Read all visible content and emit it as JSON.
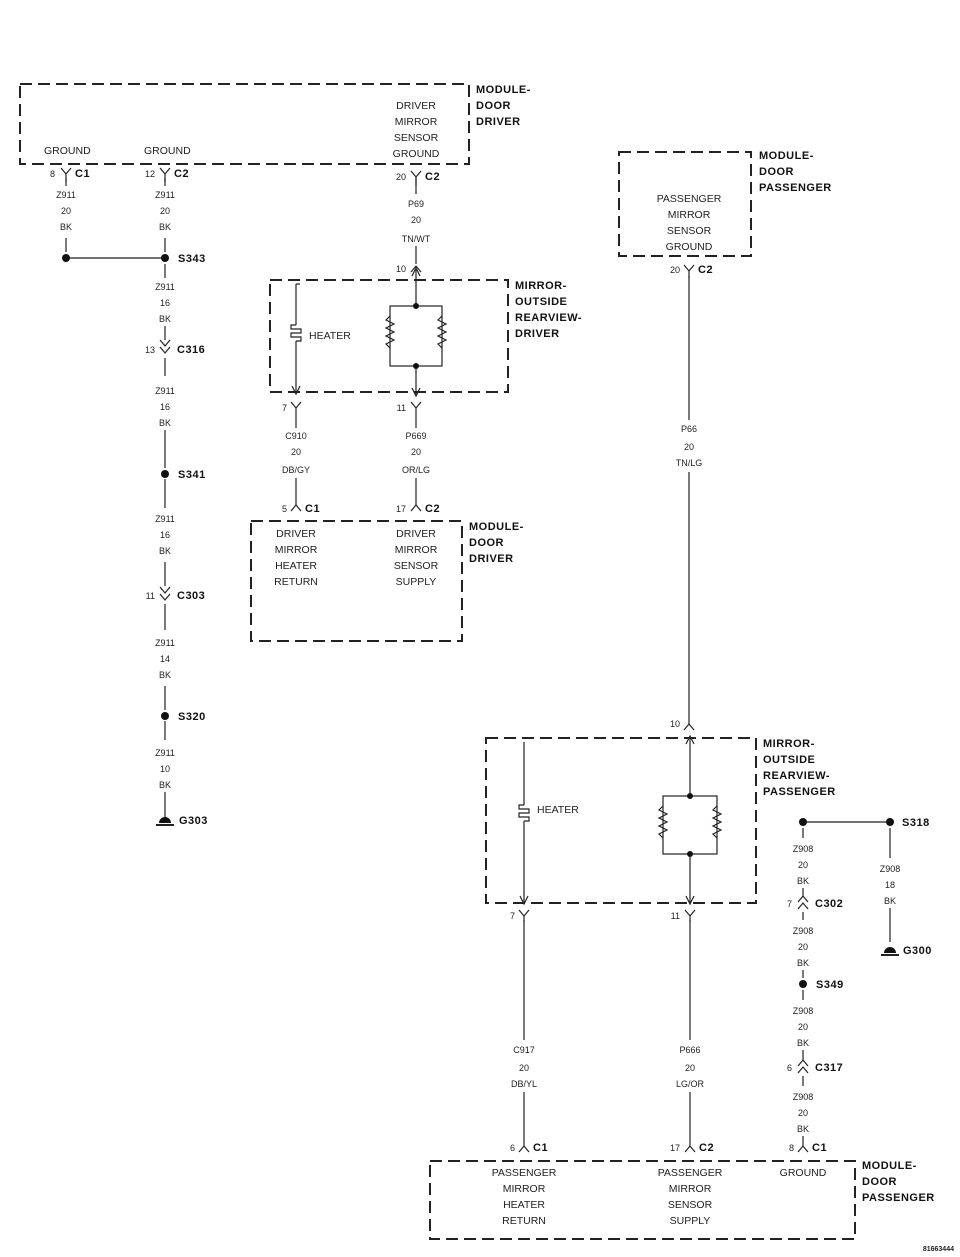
{
  "modules": {
    "driver_top": [
      "MODULE-",
      "DOOR",
      "DRIVER"
    ],
    "driver_top_pins": {
      "ground_a": "GROUND",
      "ground_b": "GROUND",
      "sensor_ground": [
        "DRIVER",
        "MIRROR",
        "SENSOR",
        "GROUND"
      ]
    },
    "passenger_top": [
      "MODULE-",
      "DOOR",
      "PASSENGER"
    ],
    "passenger_top_pin": [
      "PASSENGER",
      "MIRROR",
      "SENSOR",
      "GROUND"
    ],
    "mirror_driver": [
      "MIRROR-",
      "OUTSIDE",
      "REARVIEW-",
      "DRIVER"
    ],
    "mirror_passenger": [
      "MIRROR-",
      "OUTSIDE",
      "REARVIEW-",
      "PASSENGER"
    ],
    "heater_label": "HEATER",
    "driver_mid": [
      "MODULE-",
      "DOOR",
      "DRIVER"
    ],
    "driver_mid_pins": {
      "heater_return": [
        "DRIVER",
        "MIRROR",
        "HEATER",
        "RETURN"
      ],
      "sensor_supply": [
        "DRIVER",
        "MIRROR",
        "SENSOR",
        "SUPPLY"
      ]
    },
    "passenger_bottom": [
      "MODULE-",
      "DOOR",
      "PASSENGER"
    ],
    "passenger_bottom_pins": {
      "heater_return": [
        "PASSENGER",
        "MIRROR",
        "HEATER",
        "RETURN"
      ],
      "sensor_supply": [
        "PASSENGER",
        "MIRROR",
        "SENSOR",
        "SUPPLY"
      ],
      "ground": "GROUND"
    }
  },
  "connectors": {
    "c1_8": {
      "pin": "8",
      "name": "C1"
    },
    "c2_12": {
      "pin": "12",
      "name": "C2"
    },
    "c2_20a": {
      "pin": "20",
      "name": "C2"
    },
    "c2_20b": {
      "pin": "20",
      "name": "C2"
    },
    "c316": {
      "pin": "13",
      "name": "C316"
    },
    "c303": {
      "pin": "11",
      "name": "C303"
    },
    "mdrv_10": {
      "pin": "10"
    },
    "mdrv_7": {
      "pin": "7"
    },
    "mdrv_11": {
      "pin": "11"
    },
    "c1_5": {
      "pin": "5",
      "name": "C1"
    },
    "c2_17a": {
      "pin": "17",
      "name": "C2"
    },
    "mpas_10": {
      "pin": "10"
    },
    "mpas_7": {
      "pin": "7"
    },
    "mpas_11": {
      "pin": "11"
    },
    "c302": {
      "pin": "7",
      "name": "C302"
    },
    "c317": {
      "pin": "6",
      "name": "C317"
    },
    "c1_6": {
      "pin": "6",
      "name": "C1"
    },
    "c2_17b": {
      "pin": "17",
      "name": "C2"
    },
    "c1_8b": {
      "pin": "8",
      "name": "C1"
    }
  },
  "splices": {
    "s343": "S343",
    "s341": "S341",
    "s320": "S320",
    "s318": "S318",
    "s349": "S349"
  },
  "grounds": {
    "g303": "G303",
    "g300": "G300"
  },
  "wires": {
    "w1": [
      "Z911",
      "20",
      "BK"
    ],
    "w2": [
      "Z911",
      "20",
      "BK"
    ],
    "w3": [
      "Z911",
      "16",
      "BK"
    ],
    "w4": [
      "Z911",
      "16",
      "BK"
    ],
    "w5": [
      "Z911",
      "16",
      "BK"
    ],
    "w6": [
      "Z911",
      "14",
      "BK"
    ],
    "w7": [
      "Z911",
      "10",
      "BK"
    ],
    "w8": [
      "P69",
      "20",
      "TN/WT"
    ],
    "w9": [
      "C910",
      "20",
      "DB/GY"
    ],
    "w10": [
      "P669",
      "20",
      "OR/LG"
    ],
    "w11": [
      "P66",
      "20",
      "TN/LG"
    ],
    "w12": [
      "C917",
      "20",
      "DB/YL"
    ],
    "w13": [
      "P666",
      "20",
      "LG/OR"
    ],
    "w14": [
      "Z908",
      "20",
      "BK"
    ],
    "w15": [
      "Z908",
      "18",
      "BK"
    ],
    "w16": [
      "Z908",
      "20",
      "BK"
    ],
    "w17": [
      "Z908",
      "20",
      "BK"
    ],
    "w18": [
      "Z908",
      "20",
      "BK"
    ]
  },
  "figure_id": "81663444"
}
